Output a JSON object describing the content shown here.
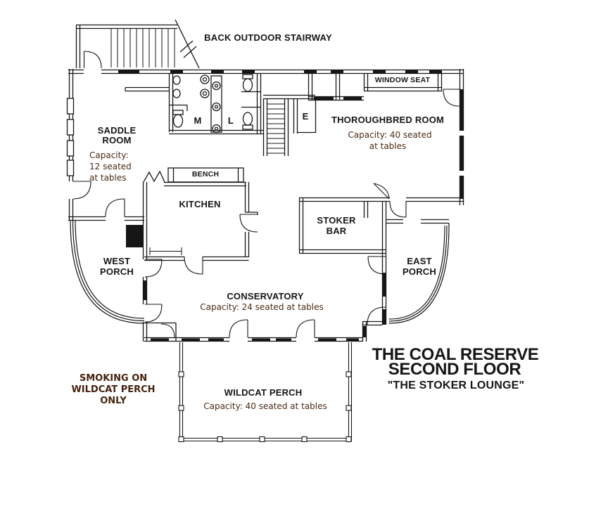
{
  "title_block": {
    "line1": "THE COAL RESERVE",
    "line2": "SECOND FLOOR",
    "subtitle": "\"THE STOKER LOUNGE\""
  },
  "annotations": {
    "back_stairway_label": "BACK OUTDOOR STAIRWAY",
    "window_seat_label": "WINDOW SEAT",
    "bench_label": "BENCH",
    "smoking_note": [
      "SMOKING ON",
      "WILDCAT PERCH",
      "ONLY"
    ]
  },
  "rooms": {
    "saddle_room": {
      "name": [
        "SADDLE",
        "ROOM"
      ],
      "capacity": [
        "Capacity:",
        "12 seated",
        "at tables"
      ]
    },
    "thoroughbred_room": {
      "name": "THOROUGHBRED ROOM",
      "capacity": [
        "Capacity: 40 seated",
        "at tables"
      ]
    },
    "kitchen": {
      "name": "KITCHEN"
    },
    "stoker_bar": {
      "name": [
        "STOKER",
        "BAR"
      ]
    },
    "west_porch": {
      "name": [
        "WEST",
        "PORCH"
      ]
    },
    "east_porch": {
      "name": [
        "EAST",
        "PORCH"
      ]
    },
    "conservatory": {
      "name": "CONSERVATORY",
      "capacity": "Capacity: 24 seated at tables"
    },
    "wildcat_perch": {
      "name": "WILDCAT PERCH",
      "capacity": "Capacity: 40 seated at tables"
    },
    "mens_restroom": {
      "name": "M"
    },
    "ladies_restroom": {
      "name": "L"
    },
    "elevator": {
      "name": "E"
    }
  },
  "colors": {
    "wall_line": "#161616",
    "room_label": "#161616",
    "capacity_text": "#4b2a15",
    "smoking_note_text": "#45230f"
  }
}
